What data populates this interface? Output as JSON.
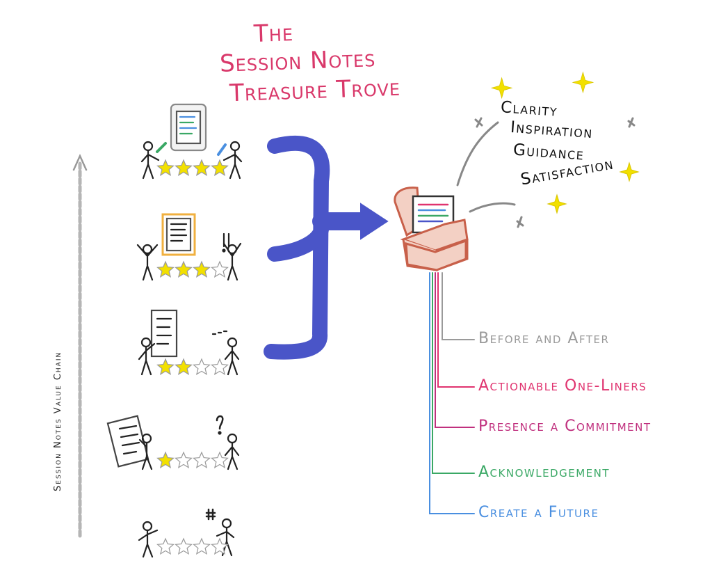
{
  "title": {
    "line1": "The",
    "line2": "Session Notes",
    "line3": "Treasure Trove"
  },
  "chain_label": "Session Notes Value Chain",
  "levels": [
    {
      "stars": 4
    },
    {
      "stars": 3
    },
    {
      "stars": 2
    },
    {
      "stars": 1
    },
    {
      "stars": 0
    }
  ],
  "benefits": [
    "Clarity",
    "Inspiration",
    "Guidance",
    "Satisfaction"
  ],
  "ingredients": [
    {
      "label": "Before and After",
      "color": "#9a9a9a"
    },
    {
      "label": "Actionable One-Liners",
      "color": "#e0336f"
    },
    {
      "label": "Presence a Commitment",
      "color": "#c0307e"
    },
    {
      "label": "Acknowledgement",
      "color": "#3aa865"
    },
    {
      "label": "Create a Future",
      "color": "#4a8fe0"
    }
  ],
  "colors": {
    "title": "#d9386a",
    "arrow": "#4a55c8",
    "chest": "#c8604a",
    "star_fill": "#f2e000"
  }
}
